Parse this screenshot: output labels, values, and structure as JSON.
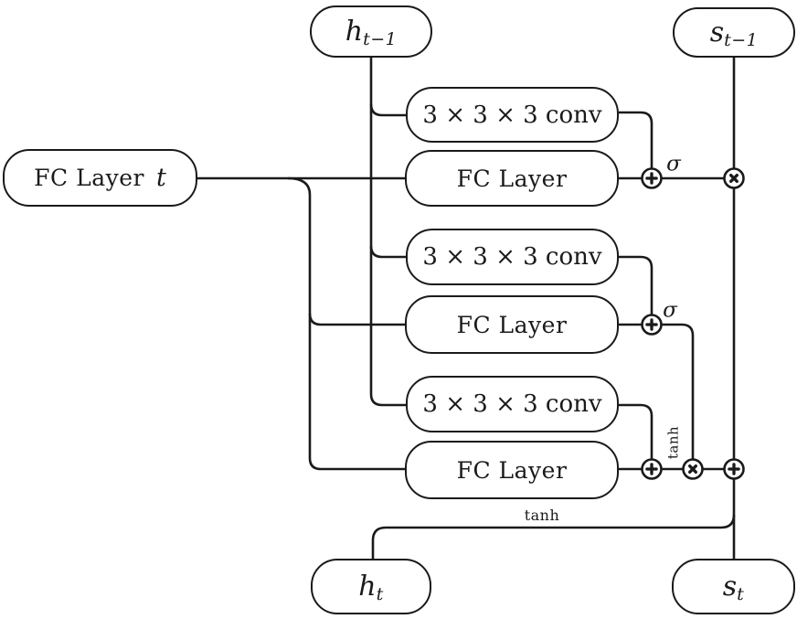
{
  "colors": {
    "stroke": "#1a1a1a",
    "node_fill": "#ffffff",
    "background": "#ffffff"
  },
  "nodes": {
    "h_prev": {
      "main": "h",
      "sub": "t−1"
    },
    "s_prev": {
      "main": "s",
      "sub": "t−1"
    },
    "fc_input": {
      "text": "FC Layer",
      "suffix": "t"
    },
    "conv_top": {
      "text": "3 × 3 × 3 conv"
    },
    "fc_top": {
      "text": "FC Layer"
    },
    "conv_mid": {
      "text": "3 × 3 × 3 conv"
    },
    "fc_mid": {
      "text": "FC Layer"
    },
    "conv_bottom": {
      "text": "3 × 3 × 3 conv"
    },
    "fc_bottom": {
      "text": "FC Layer"
    },
    "h_out": {
      "main": "h",
      "sub": "t"
    },
    "s_out": {
      "main": "s",
      "sub": "t"
    }
  },
  "labels": {
    "sigma_top": "σ",
    "sigma_mid": "σ",
    "tanh_gate": "tanh",
    "tanh_output": "tanh"
  },
  "icons": {
    "add_operator": "circled-plus",
    "multiply_operator": "circled-times"
  }
}
